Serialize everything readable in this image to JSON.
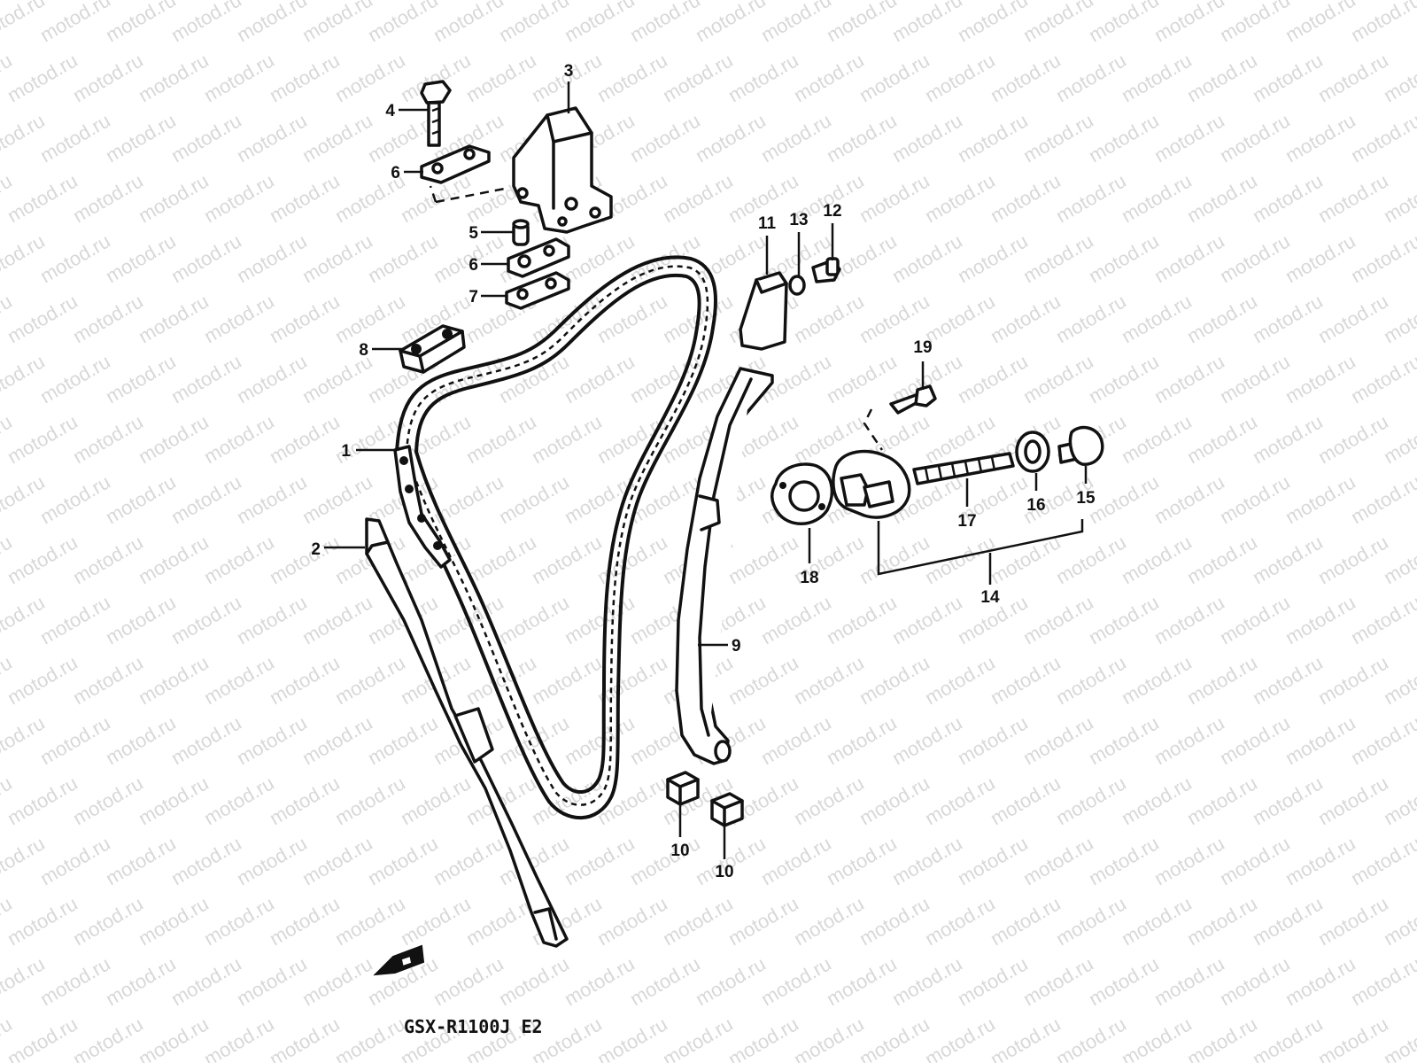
{
  "watermark_text": "motod.ru",
  "model_code": "GSX-R1100J E2",
  "callouts": {
    "c1": "1",
    "c2": "2",
    "c3": "3",
    "c4": "4",
    "c5": "5",
    "c6a": "6",
    "c6b": "6",
    "c7": "7",
    "c8": "8",
    "c9": "9",
    "c10a": "10",
    "c10b": "10",
    "c11": "11",
    "c12": "12",
    "c13": "13",
    "c14": "14",
    "c15": "15",
    "c16": "16",
    "c17": "17",
    "c18": "18",
    "c19": "19"
  },
  "icons": {
    "front_arrow": "front-direction-arrow-icon"
  }
}
